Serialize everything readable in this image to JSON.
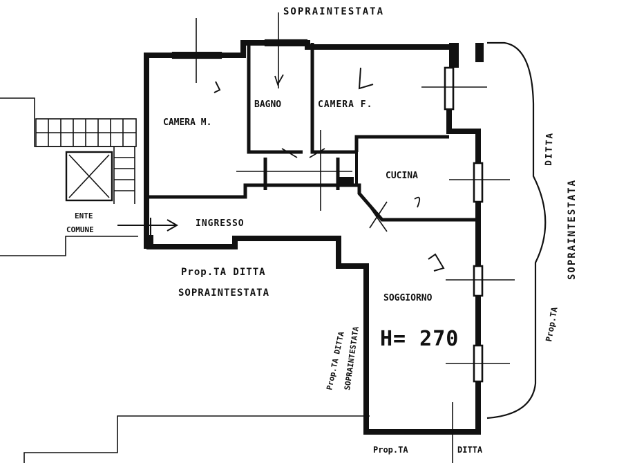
{
  "labels": {
    "top": "SOPRAINTESTATA",
    "camera_m": "CAMERA M.",
    "bagno": "BAGNO",
    "camera_f": "CAMERA F.",
    "cucina": "CUCINA",
    "ingresso": "INGRESSO",
    "ente_comune_1": "ENTE",
    "ente_comune_2": "COMUNE",
    "prop_left_1": "Prop.TA DITTA",
    "prop_left_2": "SOPRAINTESTATA",
    "soggiorno": "SOGGIORNO",
    "height": "H= 270",
    "prop_diag_1": "Prop.TA DITTA",
    "prop_diag_2": "SOPRAINTESTATA",
    "right_ditta": "DITTA",
    "right_sopra": "SOPRAINTESTATA",
    "right_prop": "Prop.TA",
    "bottom_prop": "Prop.TA",
    "bottom_ditta": "DITTA"
  },
  "colors": {
    "ink": "#111111",
    "paper": "#ffffff"
  }
}
